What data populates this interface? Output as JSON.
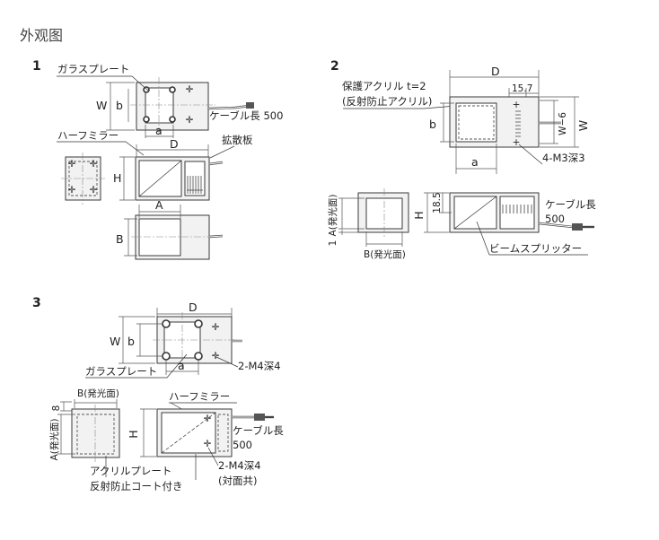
{
  "page_title": "外观图",
  "sections": {
    "s1": {
      "number": "1",
      "glass_plate": "ガラスプレート",
      "half_mirror": "ハーフミラー",
      "diffuser": "拡散板",
      "cable_length": "ケーブル長 500",
      "dims": {
        "W": "W",
        "b": "b",
        "a": "a",
        "D": "D",
        "H": "H",
        "A": "A",
        "B": "B"
      }
    },
    "s2": {
      "number": "2",
      "protect_line1": "保護アクリル t=2",
      "protect_line2": "(反射防止アクリル)",
      "beam_splitter": "ビームスプリッター",
      "cable_line1": "ケーブル長",
      "cable_line2": "500",
      "screw": "4-M3深3",
      "dims": {
        "D": "D",
        "d157": "15.7",
        "W6": "W−6",
        "W": "W",
        "b": "b",
        "a": "a",
        "H": "H",
        "d185": "18.5",
        "A_face": "A(発光面)",
        "B_face": "B(発光面)",
        "one": "1"
      }
    },
    "s3": {
      "number": "3",
      "glass_plate": "ガラスプレート",
      "screw_top": "2-M4深4",
      "half_mirror": "ハーフミラー",
      "cable_line1": "ケーブル長",
      "cable_line2": "500",
      "screw_front_line1": "2-M4深4",
      "screw_front_line2": "(対面共)",
      "acrylic_line1": "アクリルプレート",
      "acrylic_line2": "反射防止コート付き",
      "dims": {
        "D": "D",
        "W": "W",
        "b": "b",
        "a": "a",
        "H": "H",
        "eight": "8",
        "B_face": "B(発光面)",
        "A_face": "A(発光面)"
      }
    }
  }
}
